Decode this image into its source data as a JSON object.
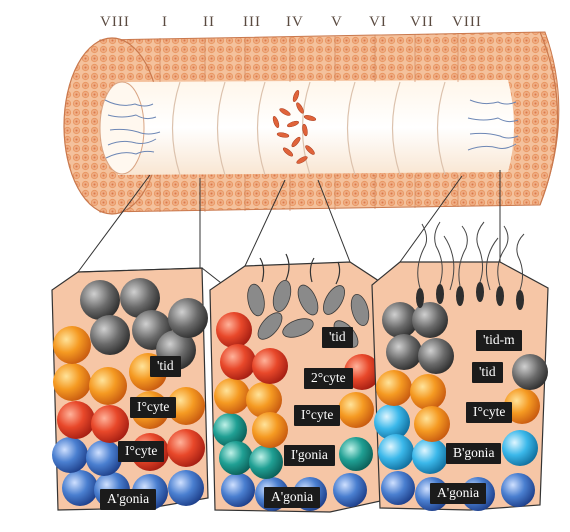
{
  "stages": [
    "VIII",
    "I",
    "II",
    "III",
    "IV",
    "V",
    "VI",
    "VII",
    "VIII"
  ],
  "panel_left": {
    "labels": [
      "'tid",
      "I°cyte",
      "I°cyte",
      "A'gonia"
    ]
  },
  "panel_middle": {
    "labels": [
      "'tid",
      "2°cyte",
      "I°cyte",
      "I'gonia",
      "A'gonia"
    ]
  },
  "panel_right": {
    "labels": [
      "'tid-m",
      "'tid",
      "I°cyte",
      "B'gonia",
      "A'gonia"
    ]
  },
  "colors": {
    "tubule_wall": "#f2b98f",
    "tubule_cell": "#e48a5c",
    "panel_bg": "#f6c6a6",
    "spermatid": "#5a5a5a",
    "primary_spermatocyte": "#f28b1f",
    "secondary_spermatocyte": "#e4472a",
    "a_spermatogonia": "#3d74c8",
    "intermediate_spermatogonia": "#1f9a8e",
    "b_spermatogonia": "#35b4e6"
  }
}
